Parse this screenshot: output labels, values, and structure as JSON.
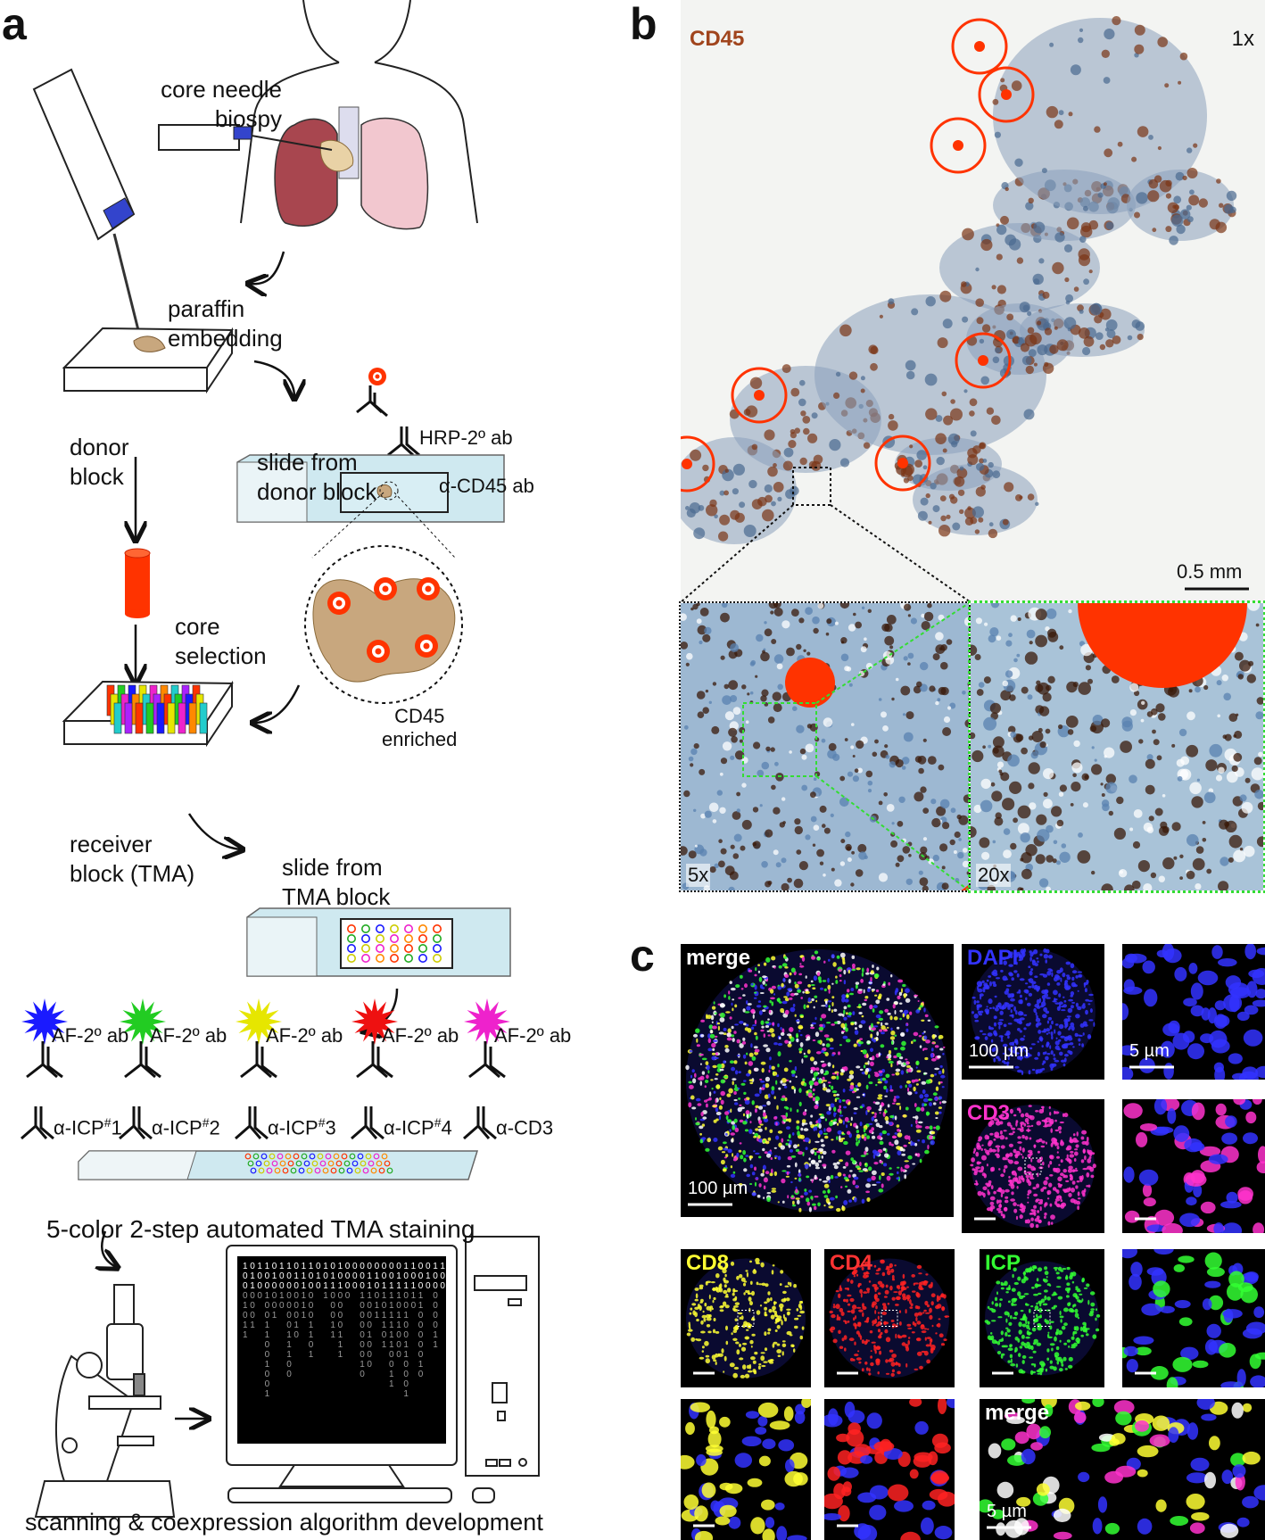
{
  "panel_a": {
    "letter": "a",
    "core_needle_biopsy": [
      "core needle",
      "biospy"
    ],
    "paraffin_embedding": [
      "paraffin",
      "embedding"
    ],
    "donor_block": [
      "donor",
      "block"
    ],
    "slide_from_donor_block": [
      "slide from",
      "donor block"
    ],
    "hrp_ab": "HRP-2º ab",
    "cd45_ab": "α-CD45 ab",
    "core_selection": [
      "core",
      "selection"
    ],
    "cd45_enriched": [
      "CD45",
      "enriched"
    ],
    "receiver_block": [
      "receiver",
      "block (TMA)"
    ],
    "slide_from_tma_block": [
      "slide from",
      "TMA block"
    ],
    "secondary_abs": [
      {
        "label": "AF-2º ab",
        "color": "#1a1aff"
      },
      {
        "label": "AF-2º ab",
        "color": "#22cc22"
      },
      {
        "label": "AF-2º ab",
        "color": "#e6e600"
      },
      {
        "label": "AF-2º ab",
        "color": "#ee1111"
      },
      {
        "label": "AF-2º ab",
        "color": "#ee22cc"
      }
    ],
    "primary_abs": [
      {
        "base": "α-ICP",
        "sup": "#",
        "num": "1"
      },
      {
        "base": "α-ICP",
        "sup": "#",
        "num": "2"
      },
      {
        "base": "α-ICP",
        "sup": "#",
        "num": "3"
      },
      {
        "base": "α-ICP",
        "sup": "#",
        "num": "4"
      },
      {
        "base": "α-CD3",
        "sup": "",
        "num": ""
      }
    ],
    "staining_caption": "5-color 2-step automated TMA staining",
    "final_caption": "scanning & coexpression algorithm development",
    "matrix_glyphs": "01",
    "colors": {
      "red": "#ff3300",
      "blue": "#3344cc",
      "tissue": "#c8a77e",
      "slide": "#cfe9f0"
    }
  },
  "panel_b": {
    "letter": "b",
    "stain": "CD45",
    "overview_zoom": "1x",
    "scale_bar": "0.5 mm",
    "inset1_zoom": "5x",
    "inset2_zoom": "20x",
    "colors": {
      "stain": "#a0441c",
      "marker": "#ff3300"
    }
  },
  "panel_c": {
    "letter": "c",
    "channels": {
      "merge": "merge",
      "dapi": "DAPI",
      "cd3": "CD3",
      "cd8": "CD8",
      "cd4": "CD4",
      "icp": "ICP",
      "merge2": "merge"
    },
    "scale_100": "100 µm",
    "scale_100_b": "100 µm",
    "scale_5": "5 µm",
    "scale_5_b": "5 µm",
    "colors": {
      "dapi": "#3333ff",
      "cd3": "#ff33cc",
      "cd8": "#ffff33",
      "cd4": "#ff2222",
      "icp": "#33ff33"
    }
  }
}
